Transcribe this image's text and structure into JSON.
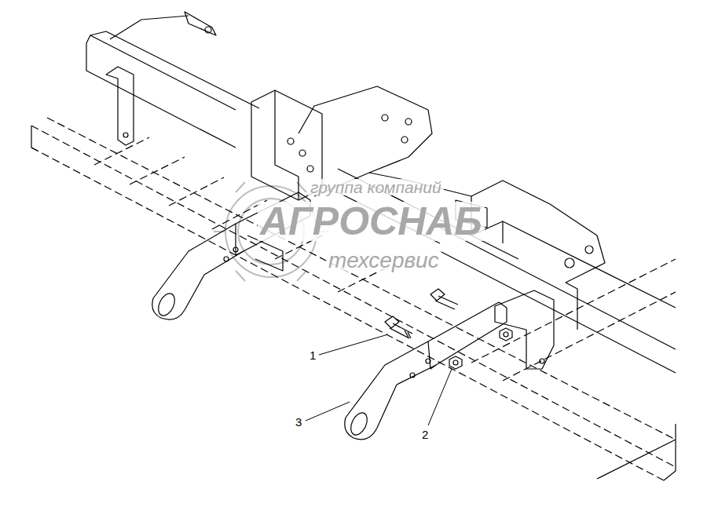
{
  "diagram": {
    "labels": [
      "группа компаний",
      "АГРОСНАБ",
      "техсервис",
      "1",
      "3",
      "2"
    ]
  }
}
